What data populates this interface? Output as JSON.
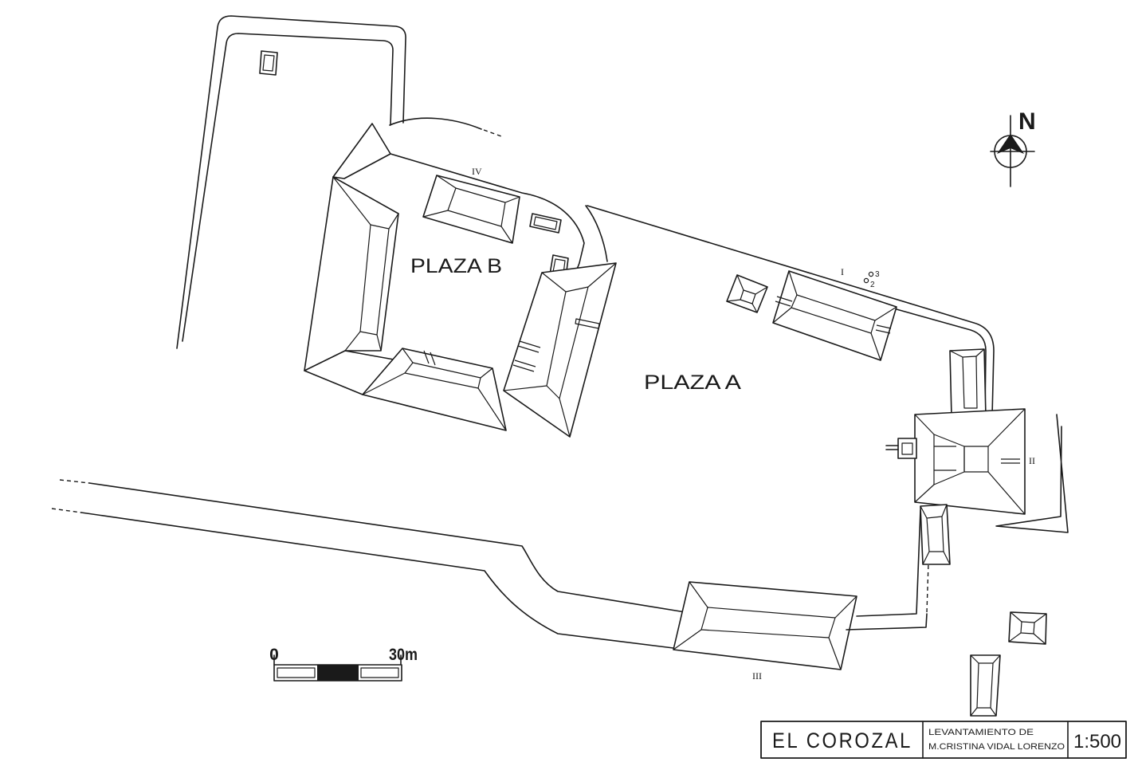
{
  "colors": {
    "ink": "#1a1a1a",
    "paper": "#ffffff"
  },
  "map": {
    "north_arrow": {
      "label": "N"
    },
    "plaza_b": {
      "label": "PLAZA B"
    },
    "plaza_a": {
      "label": "PLAZA A"
    },
    "structures": {
      "iv": "IV",
      "i": "I",
      "ii": "II",
      "iii": "III"
    },
    "monuments": [
      {
        "label": "3"
      },
      {
        "label": "2"
      }
    ]
  },
  "scale_bar": {
    "start_label": "0",
    "end_label": "30m"
  },
  "title_block": {
    "site_name": "EL COROZAL",
    "credit_line_1": "LEVANTAMIENTO DE",
    "credit_line_2": "M.CRISTINA VIDAL LORENZO",
    "scale": "1:500"
  }
}
